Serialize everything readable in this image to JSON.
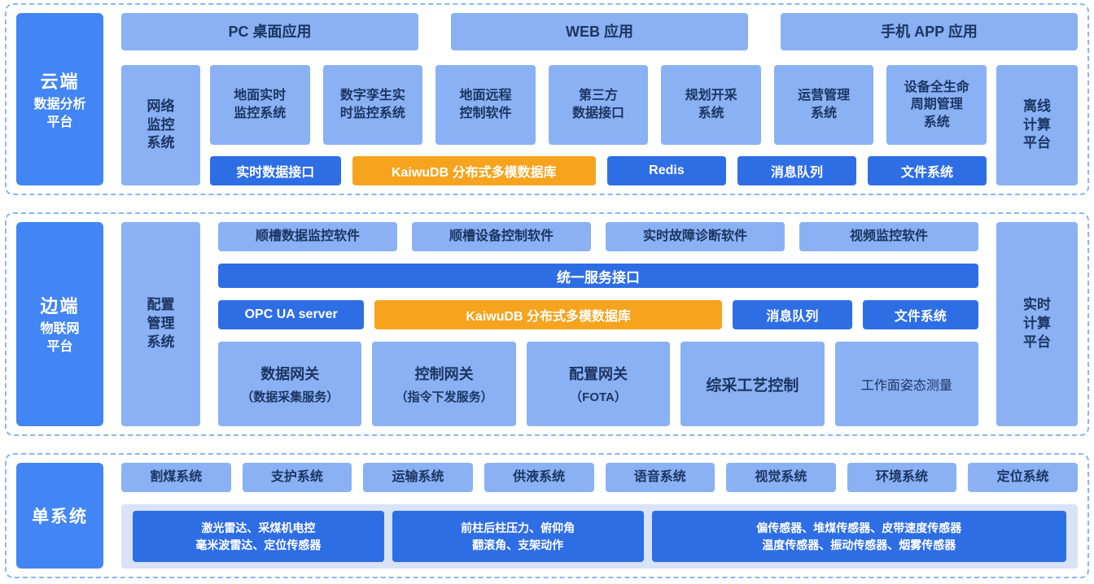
{
  "colors": {
    "accent_blue": "#4285f4",
    "light_blue": "#89b1f4",
    "medium_blue": "#2e6ee5",
    "orange": "#f6a41e",
    "dashed_border": "#8ab5f6",
    "pale_blue": "#d8e3f7",
    "dark_text": "#1c3561"
  },
  "cloud": {
    "label": {
      "title": "云端",
      "sub": "数据分析\n平台"
    },
    "apps": [
      "PC 桌面应用",
      "WEB 应用",
      "手机 APP 应用"
    ],
    "network": "网络\n监控\n系统",
    "systems": [
      "地面实时\n监控系统",
      "数字孪生实\n时监控系统",
      "地面远程\n控制软件",
      "第三方\n数据接口",
      "规划开采\n系统",
      "运营管理\n系统",
      "设备全生命\n周期管理\n系统"
    ],
    "offline": "离线\n计算\n平台",
    "data_layer": {
      "realtime_api": "实时数据接口",
      "kaiwudb": "KaiwuDB 分布式多模数据库",
      "redis": "Redis",
      "mq": "消息队列",
      "fs": "文件系统"
    }
  },
  "edge": {
    "label": {
      "title": "边端",
      "sub": "物联网\n平台"
    },
    "config": "配置\n管理\n系统",
    "apps": [
      "顺槽数据监控软件",
      "顺槽设备控制软件",
      "实时故障诊断软件",
      "视频监控软件"
    ],
    "service_bus": "统一服务接口",
    "middleware": {
      "opcua": "OPC UA server",
      "kaiwudb": "KaiwuDB 分布式多模数据库",
      "mq": "消息队列",
      "fs": "文件系统"
    },
    "gateways": [
      {
        "title": "数据网关",
        "sub": "（数据采集服务）"
      },
      {
        "title": "控制网关",
        "sub": "（指令下发服务）"
      },
      {
        "title": "配置网关",
        "sub": "（FOTA）"
      },
      {
        "title": "综采工艺控制",
        "sub": ""
      },
      {
        "title": "工作面姿态测量",
        "sub": ""
      }
    ],
    "realtime": "实时\n计算\n平台"
  },
  "single": {
    "label": {
      "title": "单系统"
    },
    "systems": [
      "割煤系统",
      "支护系统",
      "运输系统",
      "供液系统",
      "语音系统",
      "视觉系统",
      "环境系统",
      "定位系统"
    ],
    "sensors": [
      "激光雷达、采煤机电控\n毫米波雷达、定位传感器",
      "前柱后柱压力、俯仰角\n翻滚角、支架动作",
      "偏传感器、堆煤传感器、皮带速度传感器\n温度传感器、振动传感器、烟雾传感器"
    ]
  }
}
